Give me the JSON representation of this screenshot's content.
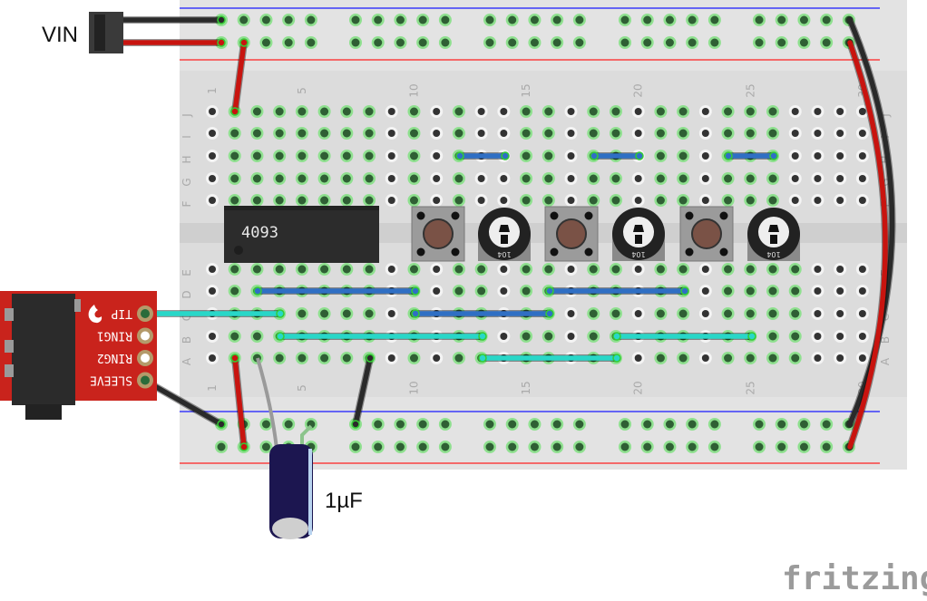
{
  "labels": {
    "vin": "VIN",
    "capacitor": "1µF",
    "ic": "4093",
    "logo": "fritzing",
    "pot_code": "104"
  },
  "jack_pins": [
    "TIP",
    "RING1",
    "RING2",
    "SLEEVE"
  ],
  "breadboard": {
    "row_letters_top": [
      "J",
      "I",
      "H",
      "G",
      "F"
    ],
    "row_letters_bottom": [
      "E",
      "D",
      "C",
      "B",
      "A"
    ],
    "column_numbers": [
      "1",
      "5",
      "10",
      "15",
      "20",
      "25",
      "30"
    ]
  },
  "colors": {
    "board": "#e3e3e3",
    "rail_blue": "#1a1aff",
    "rail_red": "#ff2020",
    "wire_red": "#c8140f",
    "wire_black": "#2a2a2a",
    "wire_blue": "#2f6fc4",
    "wire_teal": "#28d7c8",
    "hole_connected": "#2f5f34",
    "jack_board": "#c9231c"
  }
}
